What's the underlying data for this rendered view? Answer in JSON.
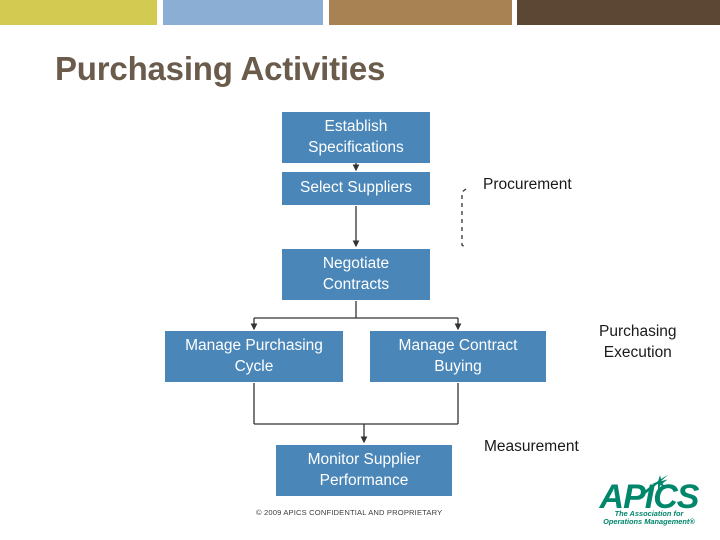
{
  "slide": {
    "background": "#ffffff",
    "title": "Purchasing Activities",
    "title_color": "#6B5B4B"
  },
  "topbars": [
    {
      "name": "yellow",
      "color": "#D3CB51"
    },
    {
      "name": "blue",
      "color": "#8BAFD4"
    },
    {
      "name": "tan",
      "color": "#A98253"
    },
    {
      "name": "brown",
      "color": "#5C4734"
    }
  ],
  "diagram": {
    "box_fill": "#4A86B8",
    "connector_color": "#404040",
    "boxes": [
      {
        "id": "establish",
        "label": "Establish\nSpecifications"
      },
      {
        "id": "select",
        "label": "Select Suppliers"
      },
      {
        "id": "negotiate",
        "label": "Negotiate\nContracts"
      },
      {
        "id": "manage_cycle",
        "label": "Manage Purchasing\nCycle"
      },
      {
        "id": "manage_buy",
        "label": "Manage Contract\nBuying"
      },
      {
        "id": "monitor",
        "label": "Monitor Supplier\nPerformance"
      }
    ],
    "side_labels": [
      {
        "id": "procurement",
        "label": "Procurement"
      },
      {
        "id": "execution",
        "label": "Purchasing\nExecution"
      },
      {
        "id": "measurement",
        "label": "Measurement"
      }
    ]
  },
  "footer": {
    "copyright": "© 2009 APICS CONFIDENTIAL AND PROPRIETARY"
  },
  "logo": {
    "wordmark": "APICS",
    "tagline_line1": "The Association for",
    "tagline_line2": "Operations Management®",
    "color": "#00866B"
  }
}
